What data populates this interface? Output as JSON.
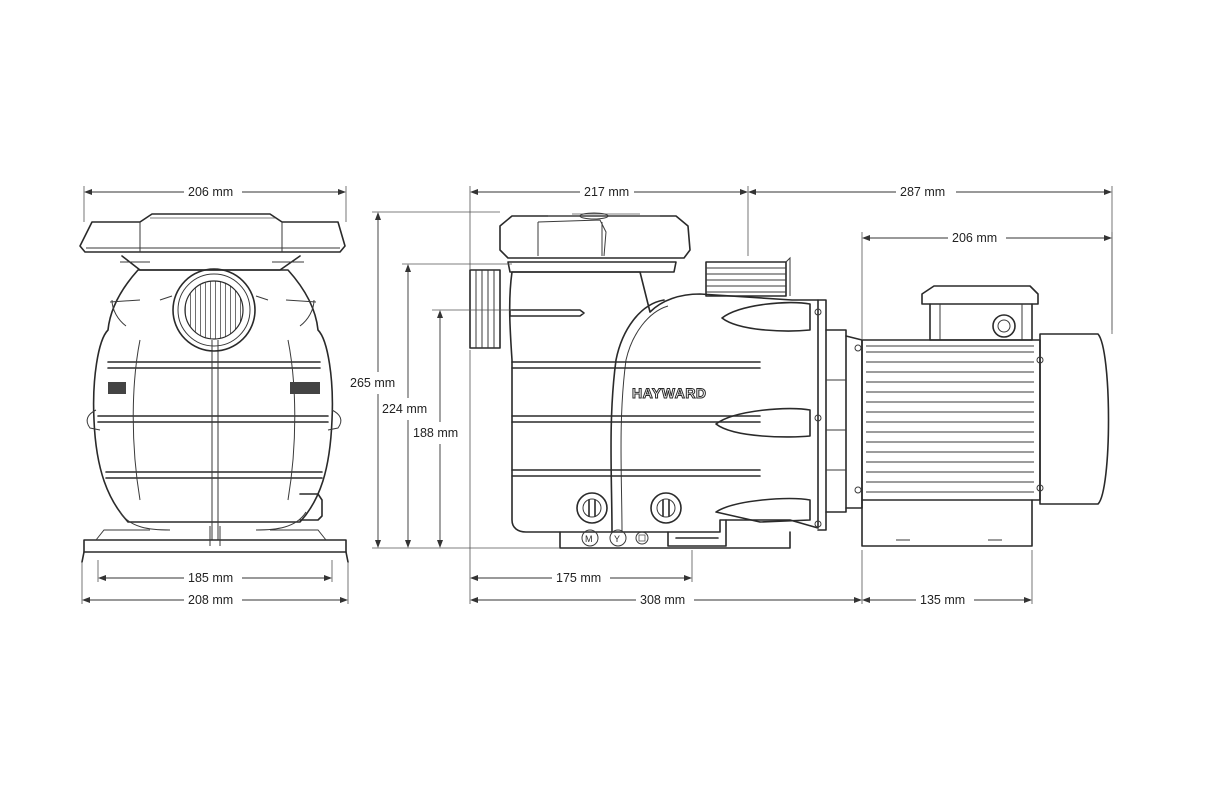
{
  "brand": "HAYWARD",
  "base_marks": [
    "M",
    "Y"
  ],
  "dimensions": {
    "front_top_width": "206 mm",
    "front_foot_inner": "185 mm",
    "front_base_width": "208 mm",
    "side_housing_width": "217 mm",
    "side_motor_length_top": "287 mm",
    "side_motor_body": "206 mm",
    "height_total": "265 mm",
    "height_outlet": "224 mm",
    "height_inlet": "188 mm",
    "base_front_offset": "175 mm",
    "length_to_flange": "308 mm",
    "motor_foot": "135 mm"
  }
}
